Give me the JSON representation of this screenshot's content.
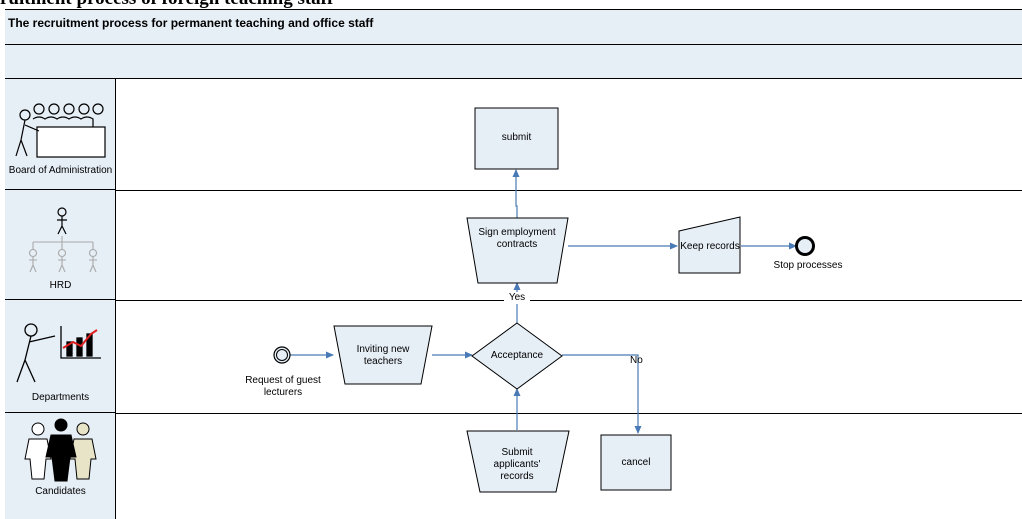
{
  "page_heading": "ruitment process of foreign teaching staff",
  "diagram": {
    "title": "The recruitment process for permanent teaching and office staff",
    "lanes": [
      {
        "label": "Board of Administration",
        "icon": "board-meeting-icon"
      },
      {
        "label": "HRD",
        "icon": "org-chart-icon"
      },
      {
        "label": "Departments",
        "icon": "presenter-chart-icon"
      },
      {
        "label": "Candidates",
        "icon": "people-group-icon"
      }
    ],
    "nodes": {
      "start_label": "Request of guest lecturers",
      "inviting": "Inviting new teachers",
      "acceptance": "Acceptance",
      "sign": "Sign employment contracts",
      "submit": "submit",
      "keep_records": "Keep records",
      "stop_label": "Stop processes",
      "submit_records": "Submit applicants' records",
      "cancel": "cancel"
    },
    "edge_labels": {
      "yes": "Yes",
      "no": "No"
    },
    "colors": {
      "lane_fill": "#e6eef6",
      "node_fill": "#e6eef6",
      "connector": "#4a7ab5"
    }
  }
}
